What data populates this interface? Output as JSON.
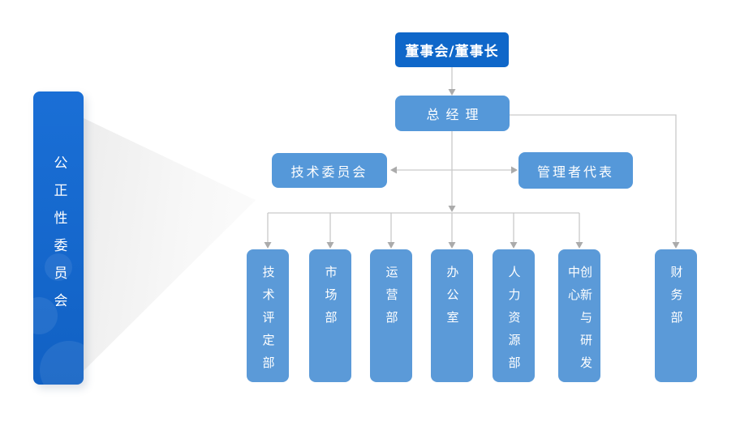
{
  "side_panel": {
    "label": "公正性委员会"
  },
  "org_chart": {
    "root": {
      "label": "董事会/董事长"
    },
    "general_manager": {
      "label": "总经理"
    },
    "tech_committee": {
      "label": "技术委员会"
    },
    "manager_rep": {
      "label": "管理者代表"
    },
    "departments": [
      {
        "label": "技术评定部"
      },
      {
        "label": "市场部"
      },
      {
        "label": "运营部"
      },
      {
        "label": "办公室"
      },
      {
        "label": "人力资源部"
      },
      {
        "label": "创新与研发中心"
      },
      {
        "label": "财务部"
      }
    ]
  },
  "colors": {
    "root_node": "#0f67c9",
    "node": "#5598d9",
    "dept_node": "#5b9ad8",
    "side_bar_top": "#1a6fd6",
    "side_bar_bottom": "#1161c4",
    "connector_line": "#c9c9c9",
    "arrowhead": "#ababab",
    "beam": "#ededed",
    "background": "#ffffff"
  }
}
